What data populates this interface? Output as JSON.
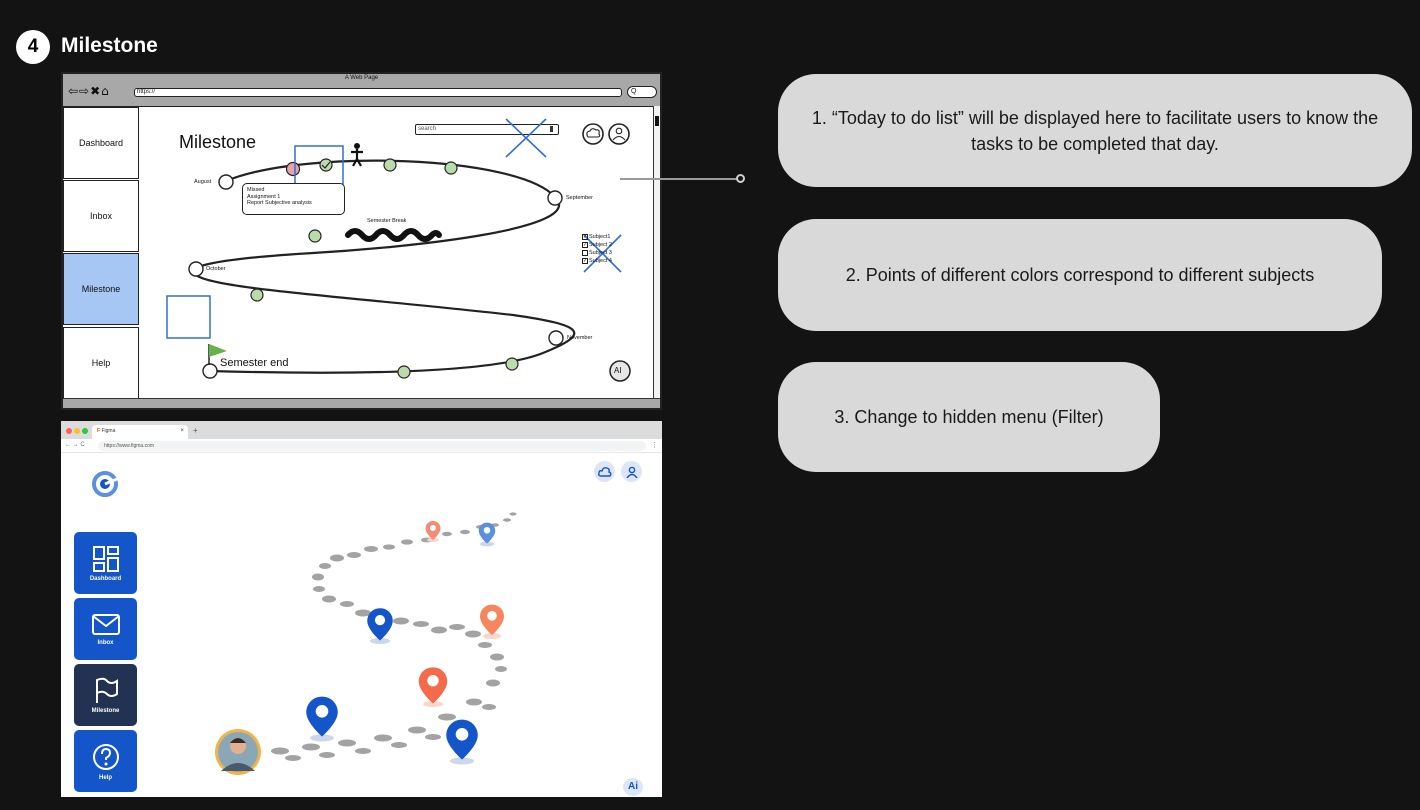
{
  "section": {
    "number": "4",
    "title": "Milestone"
  },
  "wireframe": {
    "window_title": "A Web Page",
    "nav_glyphs": "⇦⇨✖⌂",
    "url": "https://",
    "url_button": "Q",
    "nav": [
      "Dashboard",
      "Inbox",
      "Milestone",
      "Help"
    ],
    "heading": "Milestone",
    "search_placeholder": "search",
    "months": {
      "august": "August",
      "september": "September",
      "october": "October",
      "november": "November"
    },
    "semester_break": "Semester Break",
    "semester_end": "Semester end",
    "tooltip": {
      "status": "Missed",
      "task": "Assignment 1",
      "detail": "Report Subjective analysis"
    },
    "filter": [
      "Subject1",
      "Subject 2",
      "Subject 3",
      "Subject 4"
    ],
    "ai_label": "AI"
  },
  "mockup": {
    "tab_title": "Figma",
    "url": "https://www.figma.com",
    "nav": [
      "Dashboard",
      "Inbox",
      "Milestone",
      "Help"
    ],
    "active_nav": "Milestone",
    "ai_label": "Ai",
    "colors": {
      "blue": "#1455c9",
      "orange": "#f56a4a",
      "dark": "#223252"
    }
  },
  "notes": {
    "note1": "1.  “Today to do list” will be displayed here to facilitate users to know the tasks to be completed that day.",
    "note2": "2. Points of different colors correspond to different subjects",
    "note3": "3. Change to hidden menu (Filter)"
  }
}
